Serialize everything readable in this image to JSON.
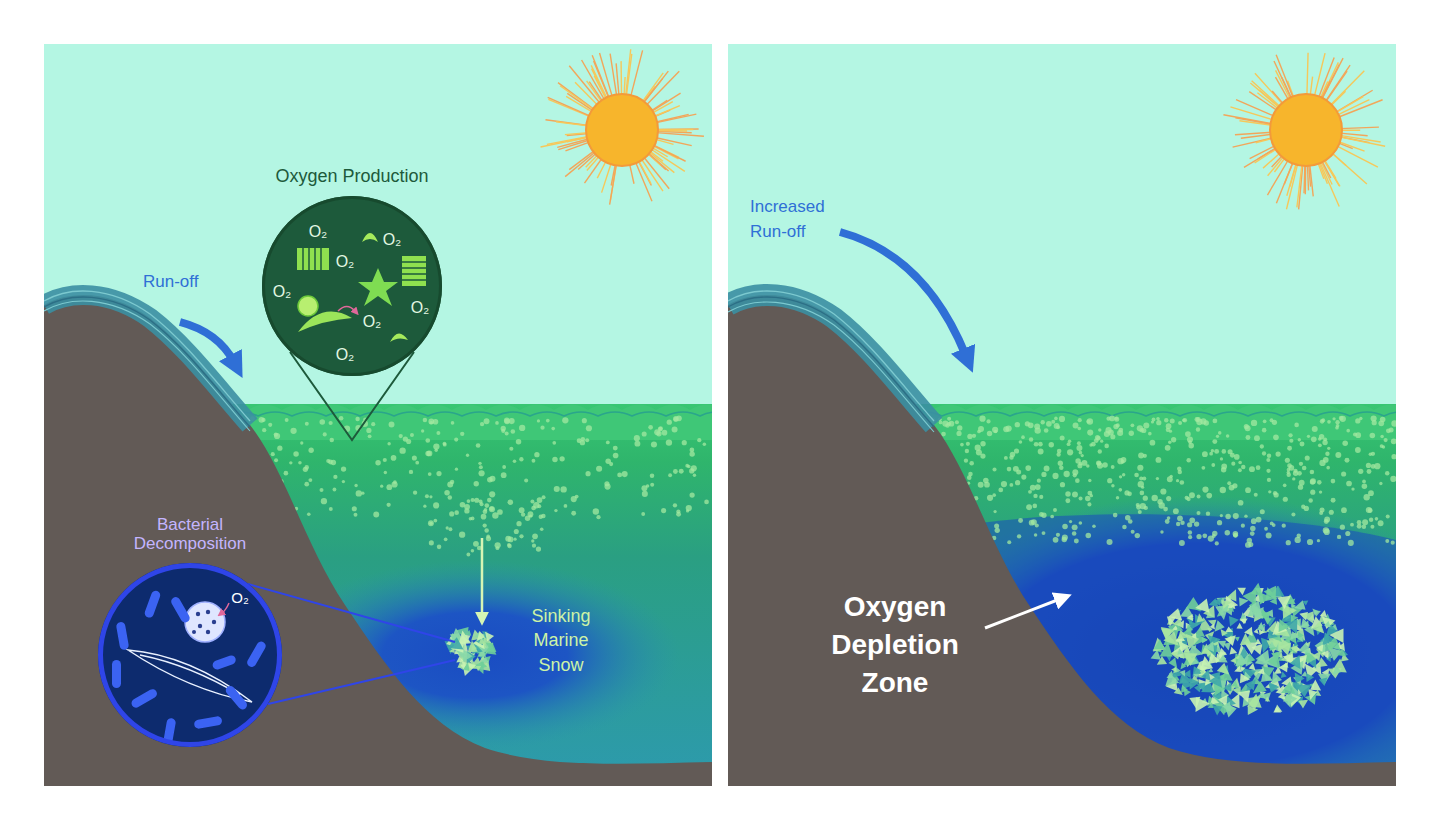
{
  "diagram": {
    "nodes": [
      {
        "text": [
          "Oxygen Production",
          "O₂",
          "O₂",
          "O₂",
          "O₂",
          "O₂",
          "O₂",
          "O₂"
        ]
      },
      {
        "text": [
          "Bacterial Decomposition",
          "O₂"
        ]
      }
    ],
    "labels": [
      "Run-off",
      "Sinking Marine Snow",
      "Increased Run-off",
      "Oxygen Depletion Zone"
    ]
  }
}
